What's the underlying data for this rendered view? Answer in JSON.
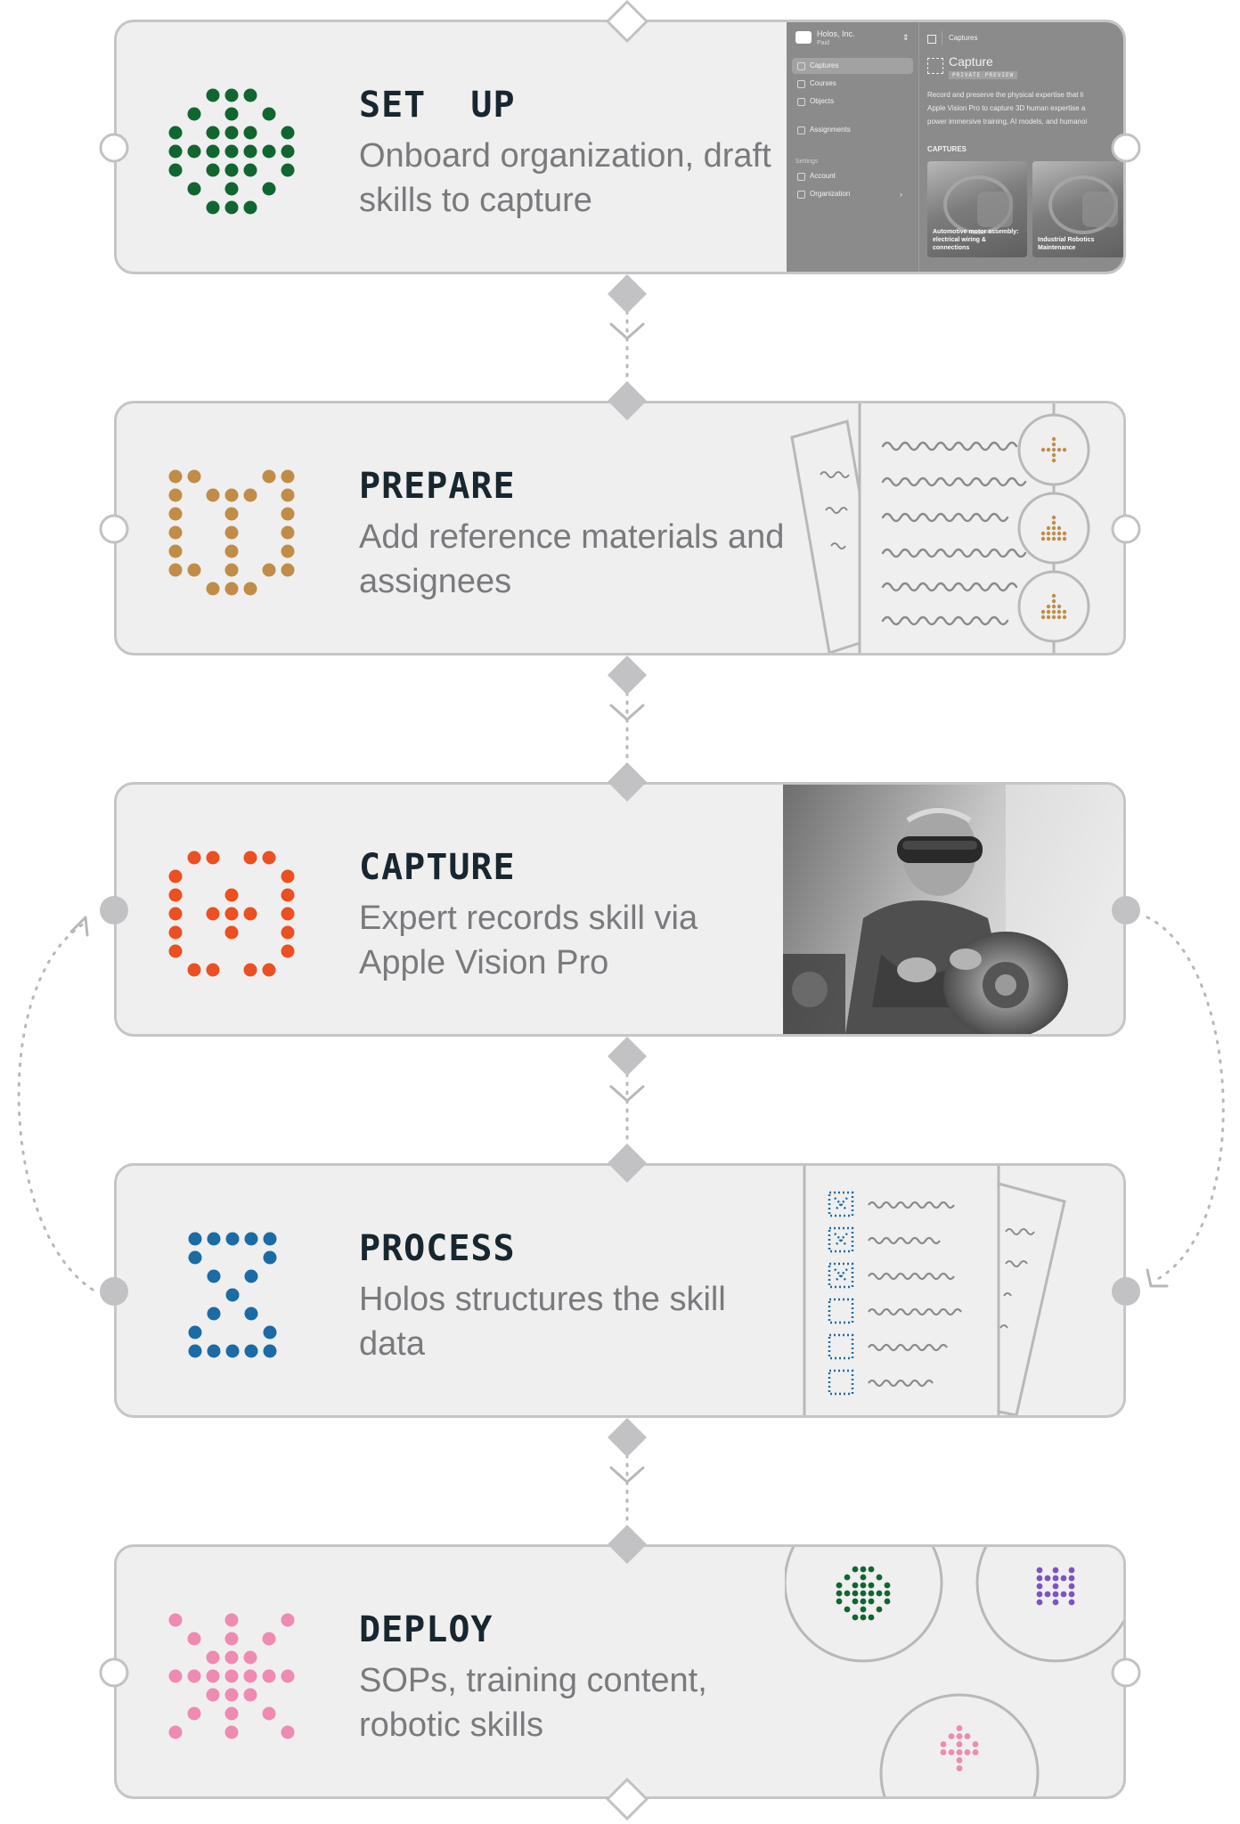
{
  "steps": [
    {
      "title": "SET  UP",
      "description": "Onboard organization, draft skills to capture",
      "color": "#116630",
      "icon": "setup-dots-icon",
      "screenshot": {
        "org_name": "Holos, Inc.",
        "plan": "Paid",
        "nav_items": [
          "Captures",
          "Courses",
          "Objects",
          "Assignments"
        ],
        "settings_label": "Settings",
        "settings_items": [
          "Account",
          "Organization"
        ],
        "breadcrumb": "Captures",
        "page_title": "Capture",
        "badge": "PRIVATE PREVIEW",
        "description_lines": [
          "Record and preserve the physical expertise that li",
          "Apple Vision Pro to capture 3D human expertise a",
          "power immersive training, AI models, and humanoi"
        ],
        "captures_label": "CAPTURES",
        "captures": [
          "Automotive motor assembly: electrical wiring & connections",
          "Industrial Robotics Maintenance"
        ]
      }
    },
    {
      "title": "PREPARE",
      "description": "Add reference materials and assignees",
      "color": "#c08d48",
      "icon": "prepare-dots-icon"
    },
    {
      "title": "CAPTURE",
      "description": "Expert records skill via Apple Vision Pro",
      "color": "#eb4f22",
      "icon": "capture-dots-icon"
    },
    {
      "title": "PROCESS",
      "description": "Holos structures the skill data",
      "color": "#1b6ba5",
      "icon": "process-dots-icon"
    },
    {
      "title": "DEPLOY",
      "description": "SOPs, training content, robotic skills",
      "color": "#ef8ab2",
      "icon": "deploy-dots-icon",
      "output_colors": [
        "#116630",
        "#7a55c2",
        "#ef8ab2"
      ]
    }
  ],
  "colors": {
    "card_bg": "#efefef",
    "card_border": "#c5c5c7",
    "connector": "#b8b8ba",
    "title": "#17262f",
    "description": "#7a7a7e"
  }
}
